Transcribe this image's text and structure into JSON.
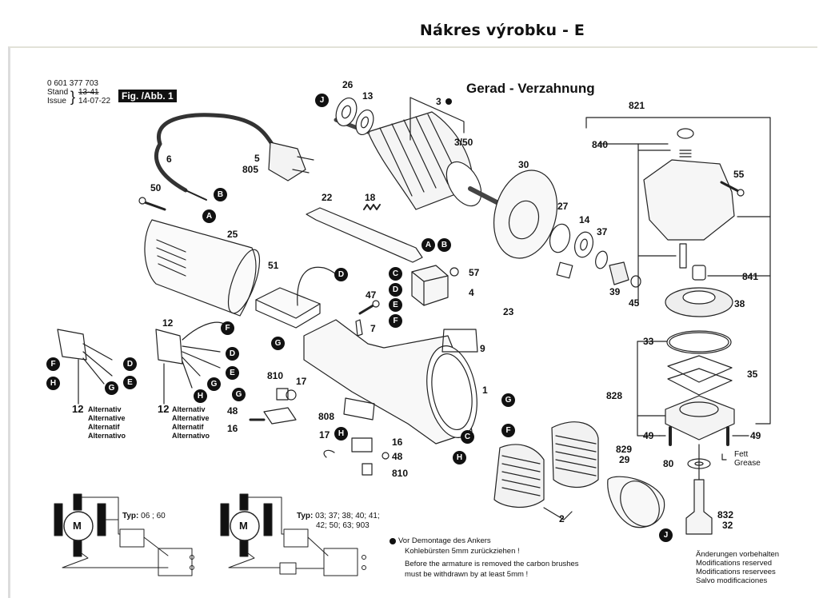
{
  "page": {
    "title": "Nákres výrobku - E"
  },
  "header": {
    "part_number": "0 601 377 703",
    "stand_label": "Stand",
    "issue_label": "Issue",
    "stand_value_struck": "13-41",
    "issue_value": "14-07-22",
    "figure_badge": "Fig. /Abb. 1",
    "section_title": "Gerad - Verzahnung"
  },
  "part_labels": {
    "p26": "26",
    "p13": "13",
    "p3": "3",
    "p3_50": "3/50",
    "p821": "821",
    "p840": "840",
    "p55": "55",
    "p6": "6",
    "p5": "5",
    "p805": "805",
    "p50": "50",
    "p22": "22",
    "p18": "18",
    "p30": "30",
    "p27": "27",
    "p14": "14",
    "p37": "37",
    "p841": "841",
    "p25": "25",
    "p51": "51",
    "p57": "57",
    "p4": "4",
    "p39": "39",
    "p45": "45",
    "p38": "38",
    "p47": "47",
    "p7": "7",
    "p23": "23",
    "p33": "33",
    "p12a": "12",
    "p9": "9",
    "p35": "35",
    "p810a": "810",
    "p17a": "17",
    "p1": "1",
    "p828": "828",
    "p48a": "48",
    "p16a": "16",
    "p808": "808",
    "p12b": "12",
    "p12c": "12",
    "p49a": "49",
    "p49b": "49",
    "p17b": "17",
    "p16b": "16",
    "p48b": "48",
    "p810b": "810",
    "p829": "829",
    "p29": "29",
    "p80": "80",
    "p2": "2",
    "p832": "832",
    "p32": "32"
  },
  "connector_markers": {
    "J1": "J",
    "B1": "B",
    "A1": "A",
    "D1": "D",
    "A2": "A",
    "B2": "B",
    "C1": "C",
    "D2": "D",
    "E1": "E",
    "F1": "F",
    "G1": "G",
    "F2": "F",
    "D3": "D",
    "E2": "E",
    "G2": "G",
    "H1": "H",
    "F3": "F",
    "D4": "D",
    "H2": "H",
    "G3": "G",
    "E3": "E",
    "G4": "G",
    "H3": "H",
    "G5": "G",
    "F4": "F",
    "C2": "C",
    "H4": "H",
    "J2": "J"
  },
  "alternatives": {
    "lines": [
      "Alternativ",
      "Alternative",
      "Alternatif",
      "Alternativo"
    ]
  },
  "grease": {
    "de": "Fett",
    "en": "Grease"
  },
  "wiring": {
    "motor_label": "M",
    "typ_label": "Typ:",
    "typ_a": "06 ; 60",
    "typ_b_line1": "03; 37; 38; 40; 41;",
    "typ_b_line2": "42; 50; 63; 903"
  },
  "notes": {
    "de_line1": "Vor Demontage des Ankers",
    "de_line2": "Kohlebürsten 5mm zurückziehen !",
    "en_line1": "Before the armature is removed the carbon brushes",
    "en_line2": "must be withdrawn by at least 5mm !"
  },
  "modifications": {
    "lines": [
      "Änderungen vorbehalten",
      "Modifications reserved",
      "Modifications reservees",
      "Salvo modificaciones"
    ]
  }
}
